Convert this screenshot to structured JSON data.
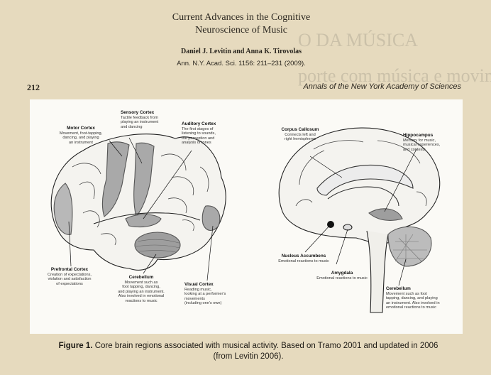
{
  "paper": {
    "title_line1": "Current Advances in the Cognitive",
    "title_line2": "Neuroscience of Music",
    "authors": "Daniel J. Levitin and Anna K. Tirovolas",
    "citation": "Ann. N.Y. Acad. Sci. 1156: 211–231 (2009)."
  },
  "page": {
    "number": "212",
    "running_head": "Annals of the New York Academy of Sciences"
  },
  "background_text": [
    "O DA MÚSICA",
    "porte com música e movimentos é um rapper"
  ],
  "figure": {
    "labels": {
      "motor_cortex": {
        "title": "Motor Cortex",
        "desc": [
          "Movement, foot-tapping,",
          "dancing, and playing",
          "an instrument"
        ]
      },
      "sensory_cortex": {
        "title": "Sensory Cortex",
        "desc": [
          "Tactile feedback from",
          "playing an instrument",
          "and dancing"
        ]
      },
      "auditory_cortex": {
        "title": "Auditory Cortex",
        "desc": [
          "The first stages of",
          "listening to sounds,",
          "the perception and",
          "analysis of tones"
        ]
      },
      "prefrontal_cortex": {
        "title": "Prefrontal Cortex",
        "desc": [
          "Creation of expectations,",
          "violation and satisfaction",
          "of expectations"
        ]
      },
      "cerebellum_left": {
        "title": "Cerebellum",
        "desc": [
          "Movement such as",
          "foot tapping, dancing,",
          "and playing an instrument.",
          "Also involved in emotional",
          "reactions to music"
        ]
      },
      "visual_cortex": {
        "title": "Visual Cortex",
        "desc": [
          "Reading music,",
          "looking at a performer's",
          "movements",
          "(including one's own)"
        ]
      },
      "corpus_callosum": {
        "title": "Corpus Callosum",
        "desc": [
          "Connects left and",
          "right hemispheres"
        ]
      },
      "hippocampus": {
        "title": "Hippocampus",
        "desc": [
          "Memory for music,",
          "musical experiences,",
          "and contexts"
        ]
      },
      "nucleus_accumbens": {
        "title": "Nucleus Accumbens",
        "desc": [
          "Emotional reactions to music"
        ]
      },
      "amygdala": {
        "title": "Amygdala",
        "desc": [
          "Emotional reactions to music"
        ]
      },
      "cerebellum_right": {
        "title": "Cerebellum",
        "desc": [
          "Movement such as foot",
          "tapping, dancing, and playing",
          "an instrument. Also involved in",
          "emotional reactions to music"
        ]
      }
    }
  },
  "caption": {
    "label": "Figure 1.",
    "text": "Core brain regions associated with musical activity. Based on Tramo 2001 and updated in 2006 (from Levitin 2006)."
  }
}
